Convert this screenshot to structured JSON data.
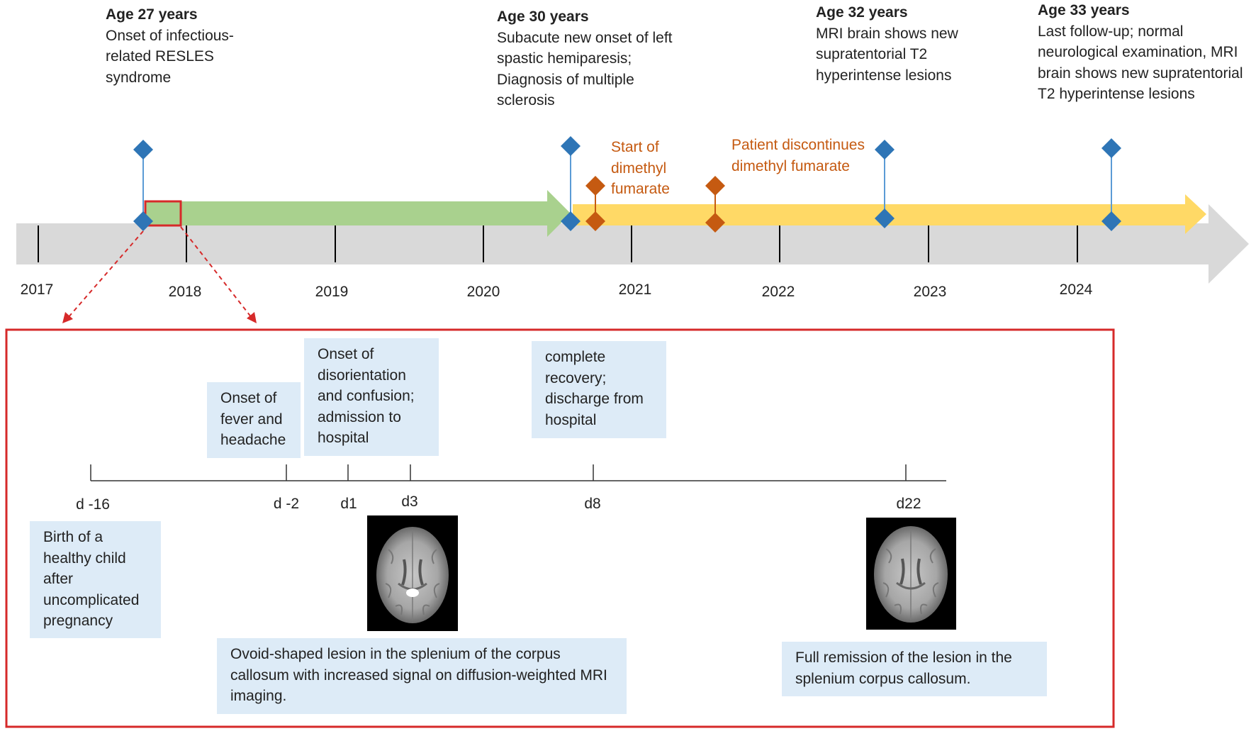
{
  "colors": {
    "axis_gray": "#d9d9d9",
    "green_arrow": "#a9d18e",
    "yellow_arrow": "#ffd966",
    "event_marker": "#2e75b6",
    "treatment_marker": "#c55a11",
    "highlight_red": "#d62a2a",
    "note_fill": "#ddebf7"
  },
  "main_timeline": {
    "years": [
      "2017",
      "2018",
      "2019",
      "2020",
      "2021",
      "2022",
      "2023",
      "2024"
    ],
    "events": [
      {
        "age": "Age 27 years",
        "text": "Onset of infectious-related RESLES syndrome"
      },
      {
        "age": "Age 30 years",
        "text": "Subacute new onset of left spastic hemiparesis; Diagnosis of multiple sclerosis"
      },
      {
        "age": "Age 32 years",
        "text": "MRI brain shows new supratentorial T2 hyperintense lesions"
      },
      {
        "age": "Age 33 years",
        "text": "Last follow-up; normal neurological examination, MRI brain shows new supratentorial T2 hyperintense lesions"
      }
    ],
    "treatment_events": [
      {
        "text": "Start of dimethyl fumarate"
      },
      {
        "text": "Patient discontinues dimethyl fumarate"
      }
    ]
  },
  "detail_timeline": {
    "days": [
      "d -16",
      "d -2",
      "d1",
      "d3",
      "d8",
      "d22"
    ],
    "notes": {
      "birth": "Birth of a healthy child after uncomplicated pregnancy",
      "fever": "Onset of fever and headache",
      "disorientation": "Onset of disorientation and confusion; admission to hospital",
      "recovery": "complete recovery; discharge from hospital",
      "lesion": "Ovoid-shaped lesion in the splenium of the corpus callosum with increased signal on diffusion-weighted MRI imaging.",
      "remission": "Full remission of the lesion in the splenium corpus callosum."
    }
  }
}
